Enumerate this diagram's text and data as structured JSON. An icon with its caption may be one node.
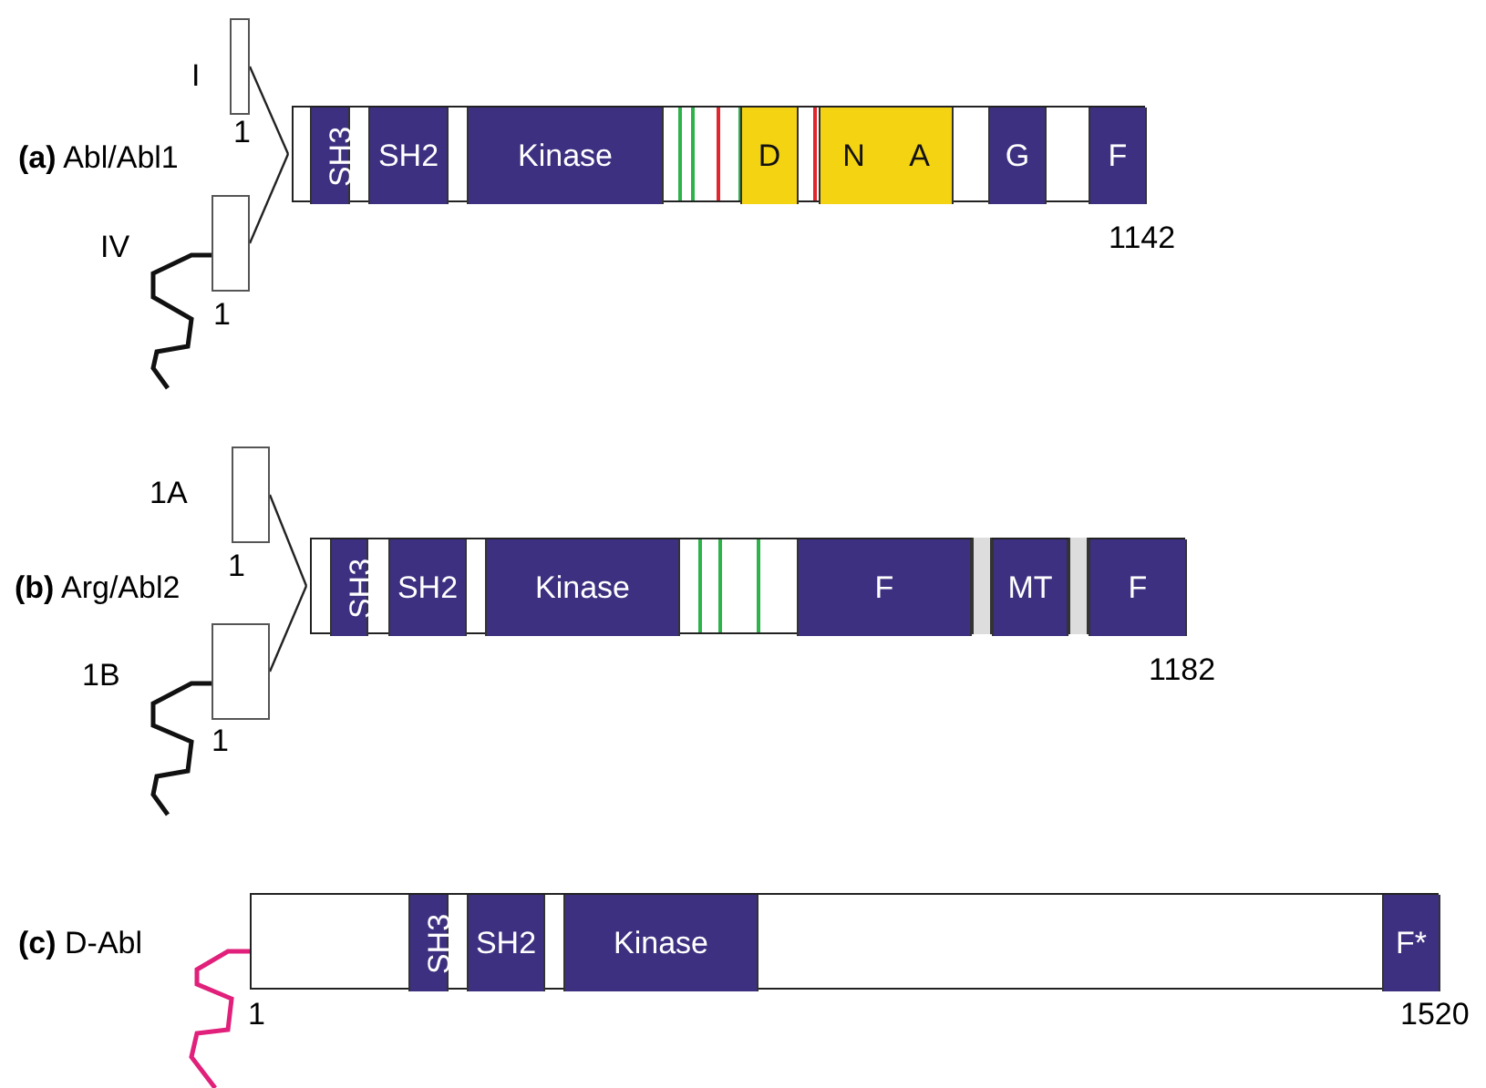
{
  "diagram": {
    "nodes": [
      {
        "text": [],
        "shape": "bar"
      },
      {
        "text": [
          "SH3"
        ],
        "in": 0
      },
      {
        "text": [
          "SH2"
        ],
        "in": 0
      },
      {
        "text": [
          "Kinase"
        ],
        "in": 0
      },
      {
        "text": [
          "D"
        ],
        "in": 0
      },
      {
        "text": [
          "N",
          "A"
        ],
        "in": 0
      },
      {
        "text": [
          "G"
        ],
        "in": 0
      },
      {
        "text": [
          "F"
        ],
        "in": 0
      },
      {
        "text": [],
        "shape": "box",
        "beside": [
          "I",
          "1"
        ]
      },
      {
        "text": [],
        "shape": "box",
        "beside": [
          "IV",
          "1"
        ]
      },
      {
        "text": [],
        "shape": "bar"
      },
      {
        "text": [
          "SH3"
        ],
        "in": 10
      },
      {
        "text": [
          "SH2"
        ],
        "in": 10
      },
      {
        "text": [
          "Kinase"
        ],
        "in": 10
      },
      {
        "text": [
          "F"
        ],
        "in": 10
      },
      {
        "text": [
          "MT"
        ],
        "in": 10
      },
      {
        "text": [
          "F"
        ],
        "in": 10
      },
      {
        "text": [],
        "shape": "box",
        "beside": [
          "1A",
          "1"
        ]
      },
      {
        "text": [],
        "shape": "box",
        "beside": [
          "1B",
          "1"
        ]
      },
      {
        "text": [],
        "shape": "bar"
      },
      {
        "text": [
          "SH3"
        ],
        "in": 19
      },
      {
        "text": [
          "SH2"
        ],
        "in": 19
      },
      {
        "text": [
          "Kinase"
        ],
        "in": 19
      },
      {
        "text": [
          "F*"
        ],
        "in": 19
      }
    ],
    "edges": [
      {
        "from": 8,
        "to": 0,
        "arrow": "none"
      },
      {
        "from": 9,
        "to": 0,
        "arrow": "none"
      },
      {
        "from": 17,
        "to": 10,
        "arrow": "none"
      },
      {
        "from": 18,
        "to": 10,
        "arrow": "none"
      }
    ],
    "labels": [
      "**(a)** Abl/Abl1",
      "1142",
      "**(b)** Arg/Abl2",
      "1182",
      "**(c)** D-Abl",
      "1",
      "1520"
    ]
  }
}
